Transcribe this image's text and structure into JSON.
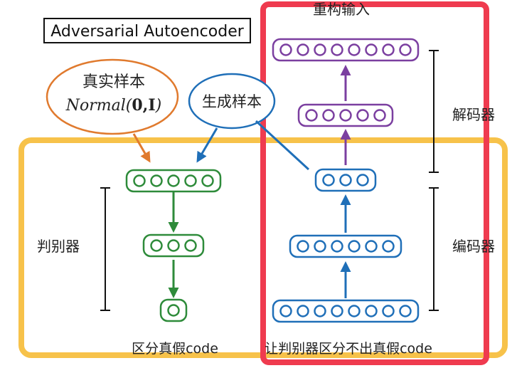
{
  "title": "Adversarial Autoencoder",
  "real_sample": {
    "label": "真实样本",
    "formula_prefix": "Normal(",
    "formula_bold": "0,I",
    "formula_suffix": ")"
  },
  "generated_sample": {
    "label": "生成样本"
  },
  "reconstruct_label": "重构输入",
  "decoder_label": "解码器",
  "encoder_label": "编码器",
  "discriminator_label": "判别器",
  "discriminate_caption": "区分真假code",
  "fool_caption": "让判别器区分不出真假code",
  "colors": {
    "green": "#2e8b3a",
    "blue": "#1f6fb8",
    "purple": "#7b3fa0",
    "orange": "#e07a2e",
    "red": "#ef3b4f",
    "yellow": "#f7c24a"
  },
  "layers": {
    "encoder_input_units": 8,
    "encoder_hidden_units": 6,
    "code_units": 3,
    "decoder_hidden_units": 5,
    "reconstruction_units": 8,
    "disc_input_units": 5,
    "disc_hidden_units": 3,
    "disc_output_units": 1
  }
}
